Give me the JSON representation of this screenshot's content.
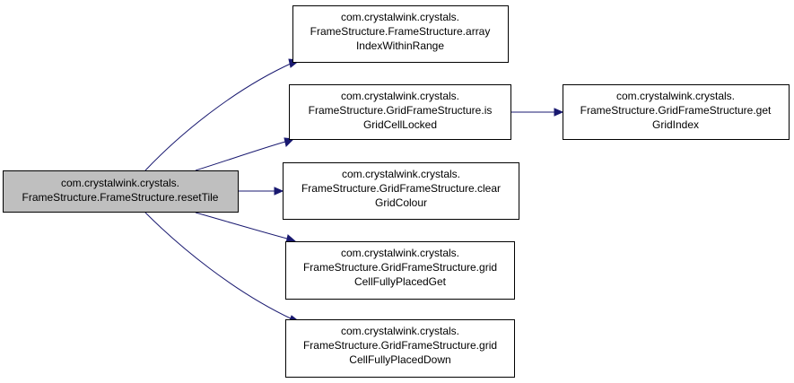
{
  "diagram": {
    "colors": {
      "edge": "#191970",
      "root_fill": "#bfbfbf",
      "node_fill": "#ffffff",
      "border": "#000000"
    },
    "nodes": {
      "reset_tile": {
        "line1": "com.crystalwink.crystals.",
        "line2": "FrameStructure.FrameStructure.resetTile"
      },
      "array_index_within_range": {
        "line1": "com.crystalwink.crystals.",
        "line2": "FrameStructure.FrameStructure.array",
        "line3": "IndexWithinRange"
      },
      "is_grid_cell_locked": {
        "line1": "com.crystalwink.crystals.",
        "line2": "FrameStructure.GridFrameStructure.is",
        "line3": "GridCellLocked"
      },
      "get_grid_index": {
        "line1": "com.crystalwink.crystals.",
        "line2": "FrameStructure.GridFrameStructure.get",
        "line3": "GridIndex"
      },
      "clear_grid_colour": {
        "line1": "com.crystalwink.crystals.",
        "line2": "FrameStructure.GridFrameStructure.clear",
        "line3": "GridColour"
      },
      "grid_cell_fully_placed_get": {
        "line1": "com.crystalwink.crystals.",
        "line2": "FrameStructure.GridFrameStructure.grid",
        "line3": "CellFullyPlacedGet"
      },
      "grid_cell_fully_placed_down": {
        "line1": "com.crystalwink.crystals.",
        "line2": "FrameStructure.GridFrameStructure.grid",
        "line3": "CellFullyPlacedDown"
      }
    }
  }
}
